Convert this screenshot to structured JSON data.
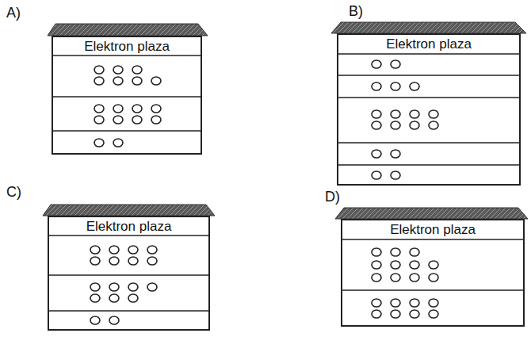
{
  "diagram": {
    "nodes": [
      {
        "text": [
          "Elektron plaza"
        ]
      },
      {
        "text": [
          "Elektron plaza"
        ]
      },
      {
        "text": [
          "Elektron plaza"
        ]
      },
      {
        "text": [
          "Elektron plaza"
        ]
      }
    ],
    "labels": [
      "A)",
      "B)",
      "C)",
      "D)"
    ]
  }
}
